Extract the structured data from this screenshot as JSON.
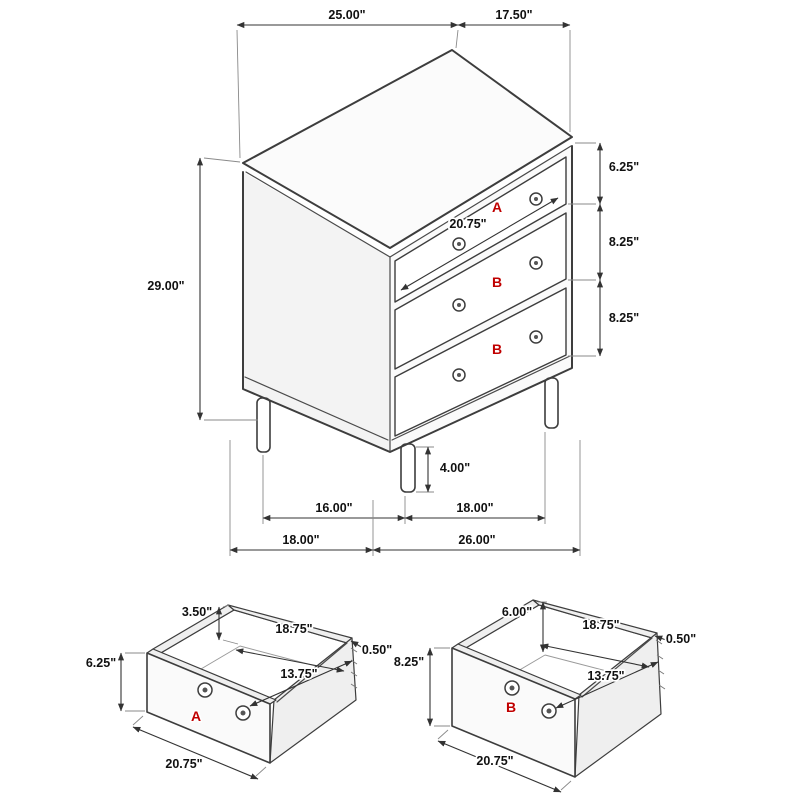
{
  "colors": {
    "accent": "#c00000",
    "line": "#3d3d3d"
  },
  "main_view": {
    "top_width": "25.00\"",
    "top_depth": "17.50\"",
    "overall_height": "29.00\"",
    "drawer_a_front_height": "6.25\"",
    "drawer_b1_front_height": "8.25\"",
    "drawer_b2_front_height": "8.25\"",
    "drawer_front_width": "20.75\"",
    "leg_height": "4.00\"",
    "leg_spacing_side": "16.00\"",
    "leg_spacing_front": "18.00\"",
    "overall_depth": "18.00\"",
    "overall_width": "26.00\"",
    "drawer_a_label": "A",
    "drawer_b1_label": "B",
    "drawer_b2_label": "B"
  },
  "drawer_a_detail": {
    "drawer_label": "A",
    "side_wall_height": "3.50\"",
    "interior_width": "18.75\"",
    "wall_thickness": "0.50\"",
    "front_panel_height": "6.25\"",
    "interior_depth": "13.75\"",
    "front_panel_width": "20.75\""
  },
  "drawer_b_detail": {
    "drawer_label": "B",
    "side_wall_height": "6.00\"",
    "interior_width": "18.75\"",
    "wall_thickness": "0.50\"",
    "front_panel_height": "8.25\"",
    "interior_depth": "13.75\"",
    "front_panel_width": "20.75\""
  }
}
